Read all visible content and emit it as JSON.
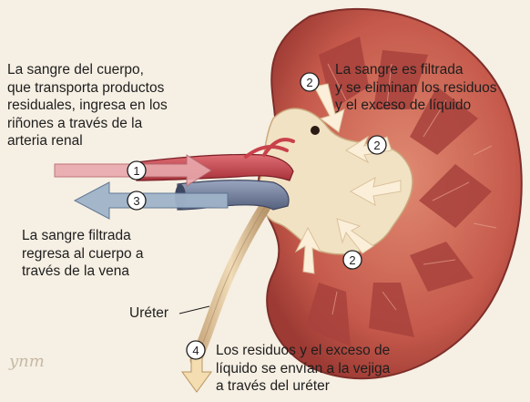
{
  "labels": {
    "blood_in": "La sangre del cuerpo,\nque transporta productos\nresiduales, ingresa en los\nriñones a través de la\narteria renal",
    "filtered": "La sangre es filtrada\ny se eliminan los residuos\ny el exceso de líquido",
    "blood_out": "La sangre filtrada\nregresa al cuerpo a\ntravés de la vena",
    "ureter": "Uréter",
    "waste": "Los residuos y el exceso de\nlíquido se envían a la vejiga\na través del uréter"
  },
  "steps": {
    "artery": "1",
    "filter_top": "2",
    "filter_right": "2",
    "filter_bottom": "2",
    "vein": "3",
    "ureter": "4"
  },
  "signature": "ynm",
  "icons": [
    "step-1-badge",
    "step-2-badge",
    "step-3-badge",
    "step-4-badge",
    "arrow-in-icon",
    "arrow-out-icon",
    "arrow-down-icon"
  ],
  "colors": {
    "background": "#f6efe3",
    "kidney_cortex": "#c65a4c",
    "kidney_medulla": "#a8423c",
    "pelvis": "#f2e2c4",
    "artery": "#c9414a",
    "vein": "#6f7d9c",
    "ureter": "#dcc19a",
    "arrow_in": "#e9a9ad",
    "arrow_out": "#9fb3c9",
    "arrow_down": "#f4ddb0"
  }
}
